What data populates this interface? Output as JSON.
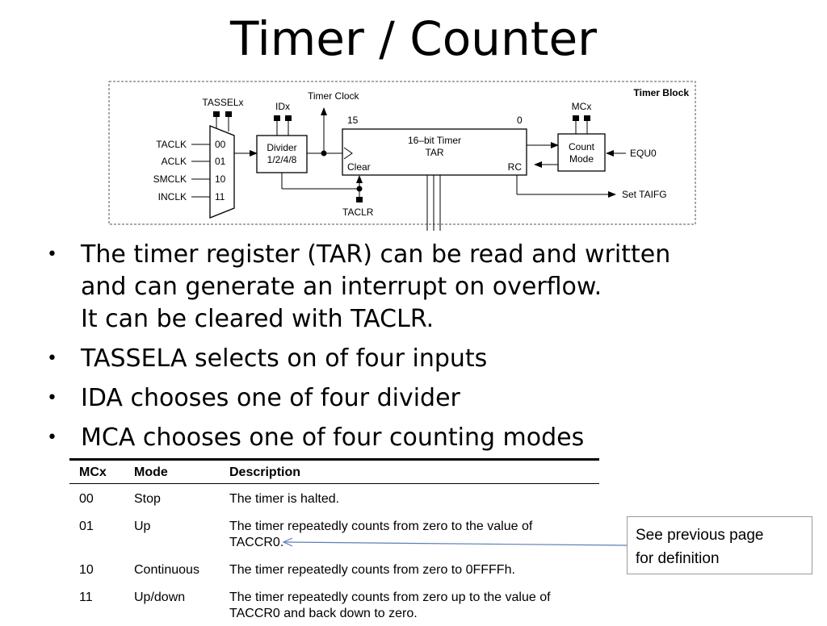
{
  "slide": {
    "title": "Timer / Counter"
  },
  "diagram": {
    "block_label": "Timer Block",
    "tasselx": "TASSELx",
    "idx": "IDx",
    "timer_clock": "Timer Clock",
    "mcx": "MCx",
    "mux_inputs": [
      {
        "signal": "TACLK",
        "code": "00"
      },
      {
        "signal": "ACLK",
        "code": "01"
      },
      {
        "signal": "SMCLK",
        "code": "10"
      },
      {
        "signal": "INCLK",
        "code": "11"
      }
    ],
    "divider_line1": "Divider",
    "divider_line2": "1/2/4/8",
    "timer_line1": "16–bit Timer",
    "timer_line2": "TAR",
    "bit_high": "15",
    "bit_low": "0",
    "clear": "Clear",
    "rc": "RC",
    "count_line1": "Count",
    "count_line2": "Mode",
    "equ0": "EQU0",
    "taclr": "TACLR",
    "set_taifg": "Set TAIFG"
  },
  "bullets": [
    {
      "lines": [
        "The timer register (TAR) can be read and written",
        "and can generate an interrupt on overflow.",
        "It can be cleared with TACLR."
      ]
    },
    {
      "lines": [
        "TASSELA selects on of four inputs"
      ]
    },
    {
      "lines": [
        "IDA chooses one of four divider"
      ]
    },
    {
      "lines": [
        "MCA chooses one of four counting modes"
      ]
    }
  ],
  "table": {
    "headers": [
      "MCx",
      "Mode",
      "Description"
    ],
    "rows": [
      {
        "code": "00",
        "mode": "Stop",
        "desc1": "The timer is halted.",
        "desc2": ""
      },
      {
        "code": "01",
        "mode": "Up",
        "desc1": "The timer repeatedly counts from zero to the value of",
        "desc2": "TACCR0."
      },
      {
        "code": "10",
        "mode": "Continuous",
        "desc1": "The timer repeatedly counts from zero to 0FFFFh.",
        "desc2": ""
      },
      {
        "code": "11",
        "mode": "Up/down",
        "desc1": "The timer repeatedly counts from zero up to the value of",
        "desc2": "TACCR0 and back down to zero."
      }
    ]
  },
  "note": {
    "line1": "See previous page",
    "line2": "for definition"
  }
}
